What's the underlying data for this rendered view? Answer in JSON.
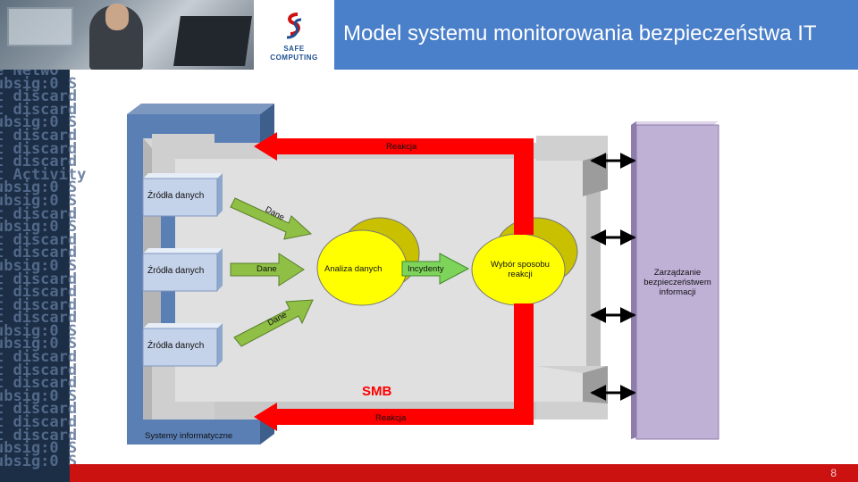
{
  "header": {
    "title": "Model systemu monitorowania bezpieczeństwa IT",
    "logo_line1": "SAFE",
    "logo_line2": "COMPUTING"
  },
  "background_code": [
    "e Netwo",
    "ubsig:0 S",
    "t discard",
    "t discard",
    "ubsig:0 S",
    "t discard",
    "t discard",
    "t discard",
    "t Activity",
    "ubsig:0 S",
    "ubsig:0 S",
    "t discard",
    "ubsig:0 S",
    "t discard",
    "t discard",
    "ubsig:0 S",
    "t discard",
    "t discard",
    "t discard",
    "t discard",
    "ubsig:0 S",
    "ubsig:0 S",
    "t discard",
    "t discard",
    "t discard",
    "ubsig:0 S",
    "t discard",
    "t discard",
    "t discard",
    "ubsig:0 S",
    "ubsig:0 S"
  ],
  "diagram": {
    "sources": [
      "Źródła danych",
      "Źródła danych",
      "Źródła danych"
    ],
    "systems_label": "Systemy informatyczne",
    "data_label_top": "Dane",
    "data_label_mid": "Dane",
    "data_label_bottom": "Dane",
    "analysis": "Analiza danych",
    "incidents": "Incydenty",
    "response_line1": "Wybór sposobu",
    "response_line2": "reakcji",
    "reaction_top": "Reakcja",
    "reaction_bottom": "Reakcja",
    "smb": "SMB",
    "management_line1": "Zarządzanie",
    "management_line2": "bezpieczeństwem",
    "management_line3": "informacji"
  },
  "footer": {
    "page_number": "8"
  },
  "colors": {
    "title_bar": "#4a7fc9",
    "footer": "#cc1111",
    "reaction_arrow": "#ff0000",
    "management_box": "#bfb0d6"
  }
}
